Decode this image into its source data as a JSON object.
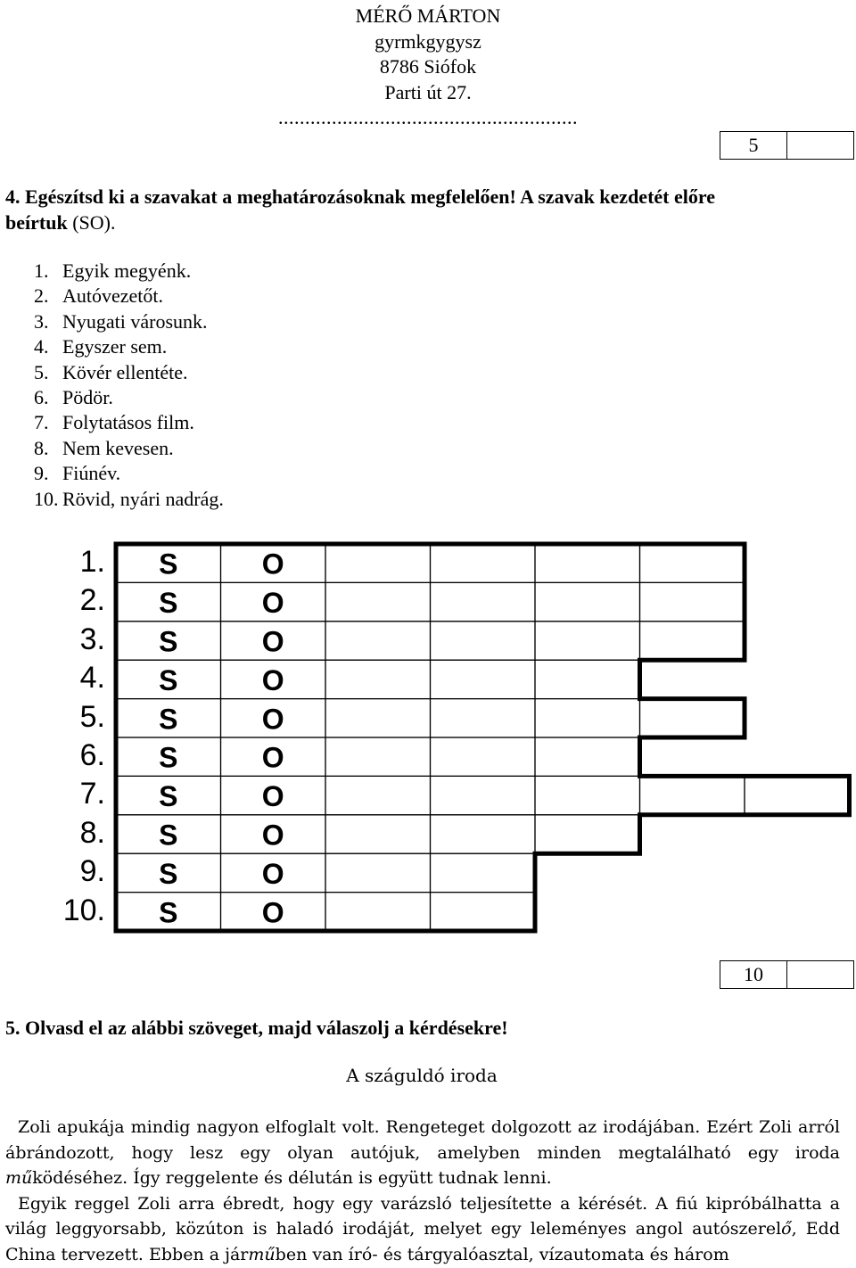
{
  "header": {
    "name": "MÉRŐ MÁRTON",
    "school": "gyrmkgygysz",
    "city": "8786 Siófok",
    "street": "Parti út 27.",
    "dots": "........................................................"
  },
  "score1": {
    "points": "5"
  },
  "score2": {
    "points": "10"
  },
  "task4": {
    "title": "4. Egészítsd ki a szavakat a meghatározásoknak megfelelően! A szavak kezdetét előre",
    "title_line2_pre": "beírtuk ",
    "title_line2_paren": "(SO).",
    "clues": [
      {
        "n": "1.",
        "text": "Egyik megyénk."
      },
      {
        "n": "2.",
        "text": "Autóvezetőt."
      },
      {
        "n": "3.",
        "text": "Nyugati városunk."
      },
      {
        "n": "4.",
        "text": "Egyszer sem."
      },
      {
        "n": "5.",
        "text": "Kövér ellentéte."
      },
      {
        "n": "6.",
        "text": "Pödör."
      },
      {
        "n": "7.",
        "text": "Folytatásos film."
      },
      {
        "n": "8.",
        "text": "Nem kevesen."
      },
      {
        "n": "9.",
        "text": "Fiúnév."
      },
      {
        "n": "10.",
        "text": "Rövid, nyári nadrág."
      }
    ],
    "crossword": {
      "row_numbers": [
        "1.",
        "2.",
        "3.",
        "4.",
        "5.",
        "6.",
        "7.",
        "8.",
        "9.",
        "10."
      ],
      "first_letter": "S",
      "second_letter": "O",
      "row_lengths": [
        6,
        6,
        6,
        5,
        6,
        5,
        7,
        5,
        4,
        4
      ]
    }
  },
  "task5": {
    "title": "5. Olvasd el az alábbi szöveget, majd válaszolj a kérdésekre!",
    "story_title": "A száguldó iroda",
    "p1_a": "Zoli apukája mindig nagyon elfoglalt volt. Rengeteget dolgozott az irodájában. Ezért Zoli arról ábrándozott, hogy lesz egy olyan autójuk, amelyben minden megtalálható egy iroda ",
    "p1_ital": "mű",
    "p1_b": "ködéséhez. Így reggelente és délután is együtt tudnak lenni.",
    "p2_a": "Egyik reggel Zoli arra ébredt, hogy egy varázsló teljesítette a kérését. A fiú kipróbálhatta a világ leggyorsabb, közúton is haladó irodáját, melyet egy leleményes angol autószerel",
    "p2_ital1": "ő",
    "p2_b": ", Edd China tervezett. Ebben a jár",
    "p2_ital2": "mű",
    "p2_c": "ben van író- és tárgyalóasztal, vízautomata és három"
  }
}
